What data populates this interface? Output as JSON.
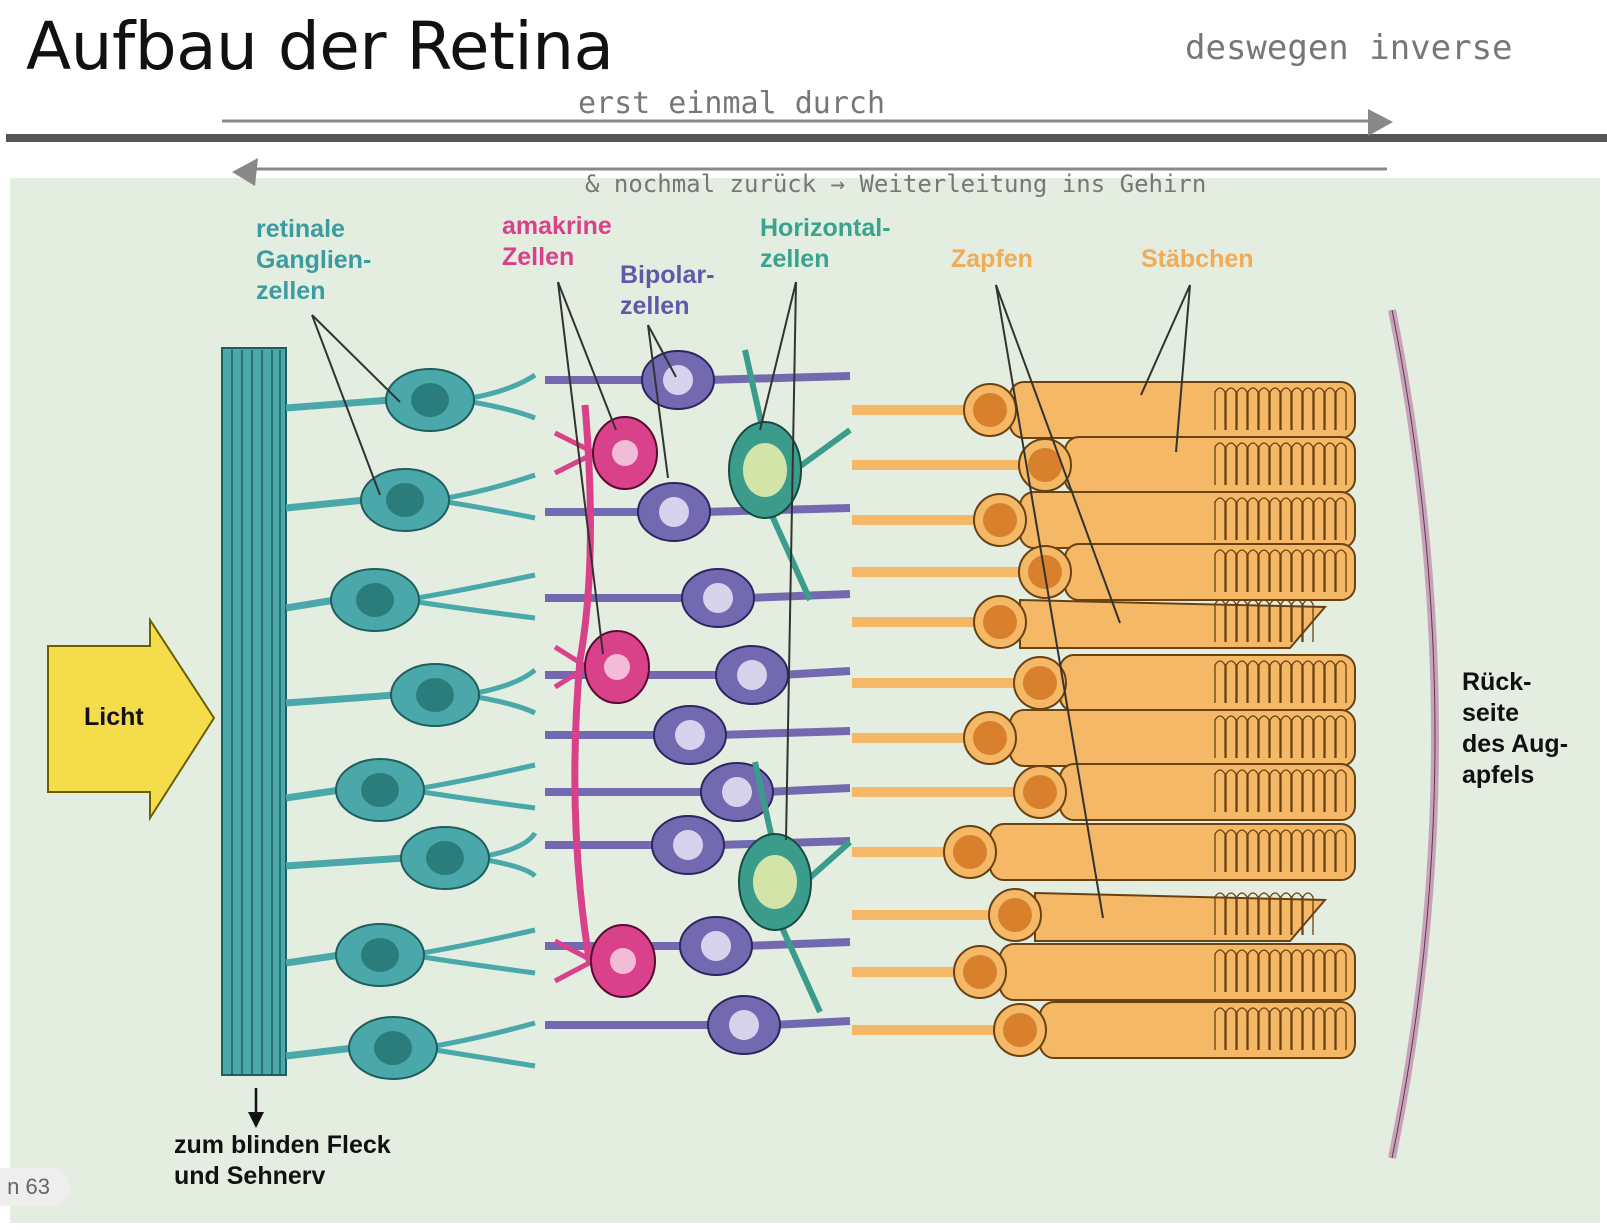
{
  "title": "Aufbau der Retina",
  "annotations": {
    "top_right": "deswegen inverse",
    "forward": "erst einmal durch",
    "backward": "& nochmal zurück → Weiterleitung ins Gehirn"
  },
  "labels": {
    "ganglion": "retinale\nGanglien-\nzellen",
    "amacrine": "amakrine\nZellen",
    "bipolar": "Bipolar-\nzellen",
    "horizontal": "Horizontal-\nzellen",
    "cones": "Zapfen",
    "rods": "Stäbchen",
    "light": "Licht",
    "back": "Rück-\nseite\ndes Aug-\napfels",
    "optic_nerve": "zum blinden Fleck\nund Sehnerv"
  },
  "page_indicator": "n 63",
  "colors": {
    "ganglion": "#4aa8aa",
    "ganglion_nucleus": "#2a7d7a",
    "amacrine": "#d9418a",
    "bipolar": "#7269b0",
    "bipolar_nucleus": "#d7d3ec",
    "horizontal": "#3b9c8c",
    "photoreceptor": "#f4b866",
    "photoreceptor_nucleus": "#d9802c",
    "light_arrow": "#f5dc4a",
    "back_wall": "#c9a1b8",
    "panel": "#e3ede0"
  }
}
